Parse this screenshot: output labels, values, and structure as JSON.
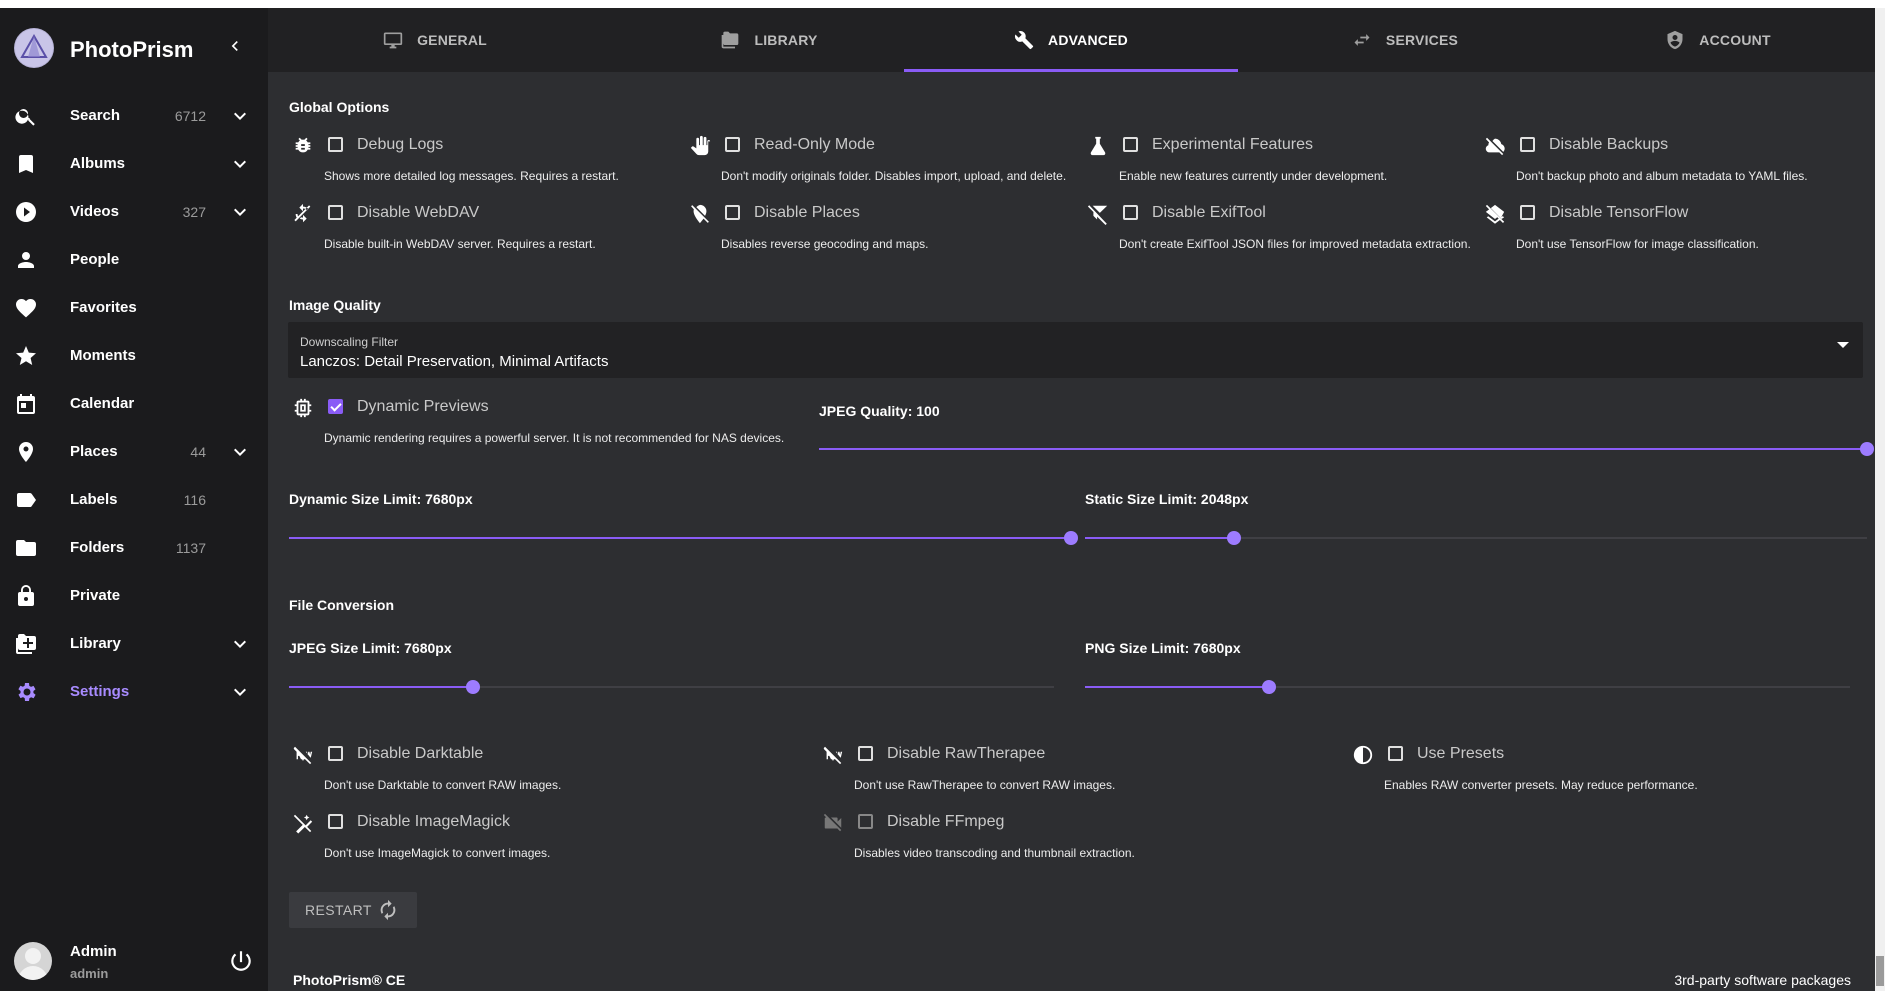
{
  "app": {
    "title": "PhotoPrism"
  },
  "nav": [
    {
      "label": "Search",
      "count": "6712",
      "chevron": true,
      "icon": "search-icon"
    },
    {
      "label": "Albums",
      "count": "",
      "chevron": true,
      "icon": "bookmark-icon"
    },
    {
      "label": "Videos",
      "count": "327",
      "chevron": true,
      "icon": "play-circle-icon"
    },
    {
      "label": "People",
      "count": "",
      "chevron": false,
      "icon": "person-icon"
    },
    {
      "label": "Favorites",
      "count": "",
      "chevron": false,
      "icon": "heart-icon"
    },
    {
      "label": "Moments",
      "count": "",
      "chevron": false,
      "icon": "star-icon"
    },
    {
      "label": "Calendar",
      "count": "",
      "chevron": false,
      "icon": "calendar-icon"
    },
    {
      "label": "Places",
      "count": "44",
      "chevron": true,
      "icon": "map-pin-icon"
    },
    {
      "label": "Labels",
      "count": "116",
      "chevron": false,
      "icon": "label-icon"
    },
    {
      "label": "Folders",
      "count": "1137",
      "chevron": false,
      "icon": "folder-icon"
    },
    {
      "label": "Private",
      "count": "",
      "chevron": false,
      "icon": "lock-icon"
    },
    {
      "label": "Library",
      "count": "",
      "chevron": true,
      "icon": "library-folder-icon"
    },
    {
      "label": "Settings",
      "count": "",
      "chevron": true,
      "icon": "gear-icon",
      "active": true
    }
  ],
  "user": {
    "name": "Admin",
    "username": "admin"
  },
  "tabs": [
    {
      "label": "GENERAL",
      "icon": "monitor-icon"
    },
    {
      "label": "LIBRARY",
      "icon": "library-icon"
    },
    {
      "label": "ADVANCED",
      "icon": "wrench-icon",
      "active": true
    },
    {
      "label": "SERVICES",
      "icon": "swap-icon"
    },
    {
      "label": "ACCOUNT",
      "icon": "account-shield-icon"
    }
  ],
  "global_options": {
    "title": "Global Options",
    "items": [
      {
        "label": "Debug Logs",
        "desc": "Shows more detailed log messages. Requires a restart.",
        "checked": false,
        "icon": "bug-icon"
      },
      {
        "label": "Read-Only Mode",
        "desc": "Don't modify originals folder. Disables import, upload, and delete.",
        "checked": false,
        "icon": "hand-icon"
      },
      {
        "label": "Experimental Features",
        "desc": "Enable new features currently under development.",
        "checked": false,
        "icon": "flask-icon"
      },
      {
        "label": "Disable Backups",
        "desc": "Don't backup photo and album metadata to YAML files.",
        "checked": false,
        "icon": "backup-off-icon"
      },
      {
        "label": "Disable WebDAV",
        "desc": "Disable built-in WebDAV server. Requires a restart.",
        "checked": false,
        "icon": "sync-off-icon"
      },
      {
        "label": "Disable Places",
        "desc": "Disables reverse geocoding and maps.",
        "checked": false,
        "icon": "map-pin-off-icon"
      },
      {
        "label": "Disable ExifTool",
        "desc": "Don't create ExifTool JSON files for improved metadata extraction.",
        "checked": false,
        "icon": "filter-off-icon"
      },
      {
        "label": "Disable TensorFlow",
        "desc": "Don't use TensorFlow for image classification.",
        "checked": false,
        "icon": "layers-off-icon"
      }
    ]
  },
  "image_quality": {
    "title": "Image Quality",
    "select_label": "Downscaling Filter",
    "select_value": "Lanczos: Detail Preservation, Minimal Artifacts",
    "dynamic_previews": {
      "label": "Dynamic Previews",
      "desc": "Dynamic rendering requires a powerful server. It is not recommended for NAS devices.",
      "checked": true
    },
    "jpeg_quality": {
      "label": "JPEG Quality: 100",
      "fraction": 1.0
    },
    "dynamic_size": {
      "label": "Dynamic Size Limit: 7680px",
      "fraction": 1.0
    },
    "static_size": {
      "label": "Static Size Limit: 2048px",
      "fraction": 0.19
    }
  },
  "file_conversion": {
    "title": "File Conversion",
    "jpeg_size": {
      "label": "JPEG Size Limit: 7680px",
      "fraction": 0.24
    },
    "png_size": {
      "label": "PNG Size Limit: 7680px",
      "fraction": 0.24
    },
    "items": [
      {
        "label": "Disable Darktable",
        "desc": "Don't use Darktable to convert RAW images.",
        "checked": false,
        "icon": "raw-off-icon"
      },
      {
        "label": "Disable RawTherapee",
        "desc": "Don't use RawTherapee to convert RAW images.",
        "checked": false,
        "icon": "raw-off-icon"
      },
      {
        "label": "Use Presets",
        "desc": "Enables RAW converter presets. May reduce performance.",
        "checked": false,
        "icon": "contrast-icon"
      },
      {
        "label": "Disable ImageMagick",
        "desc": "Don't use ImageMagick to convert images.",
        "checked": false,
        "icon": "magic-wand-off-icon"
      },
      {
        "label": "Disable FFmpeg",
        "desc": "Disables video transcoding and thumbnail extraction.",
        "checked": false,
        "icon": "video-off-icon",
        "disabled": true
      }
    ]
  },
  "restart_label": "RESTART",
  "footer": {
    "left": "PhotoPrism® CE",
    "right": "3rd-party software packages"
  },
  "colors": {
    "accent": "#8a5cf6",
    "sidebar_bg": "#1b1b1d",
    "main_bg": "#2d2e31",
    "tabbar_bg": "#212123"
  }
}
